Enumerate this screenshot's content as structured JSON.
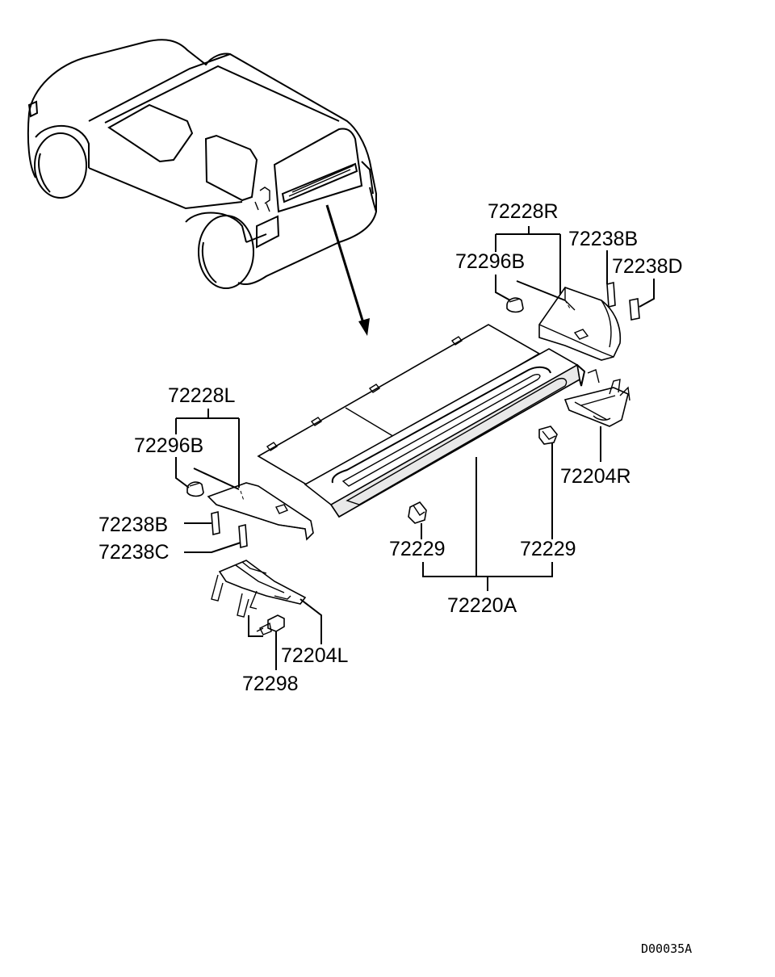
{
  "labels": {
    "p72228R": "72228R",
    "p72238B_right": "72238B",
    "p72238D": "72238D",
    "p72296B_right": "72296B",
    "p72228L": "72228L",
    "p72296B_left": "72296B",
    "p72238B_left": "72238B",
    "p72238C": "72238C",
    "p72204R": "72204R",
    "p72229_left": "72229",
    "p72229_right": "72229",
    "p72220A": "72220A",
    "p72204L": "72204L",
    "p72298": "72298"
  },
  "drawing_code": "D00035A"
}
